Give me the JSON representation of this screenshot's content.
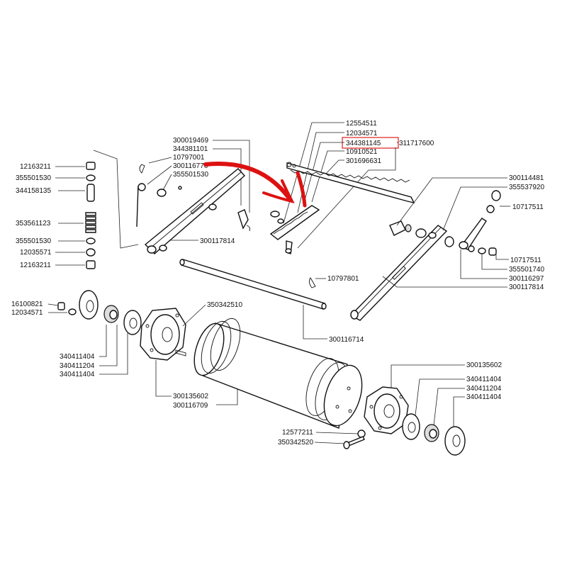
{
  "highlight_color": "#e02020",
  "arrow_color": "#dd1111",
  "labels": {
    "l_12554511": "12554511",
    "l_12034571_top": "12034571",
    "l_344381145": "344381145",
    "l_311717600": "311717600",
    "l_10910521": "10910521",
    "l_301696631": "301696631",
    "l_300019469": "300019469",
    "l_344381101": "344381101",
    "l_10797001": "10797001",
    "l_300116776": "300116776",
    "l_355501530_a": "355501530",
    "l_12163211_a": "12163211",
    "l_355501530_b": "355501530",
    "l_344158135": "344158135",
    "l_353561123": "353561123",
    "l_355501530_c": "355501530",
    "l_12035571": "12035571",
    "l_12163211_b": "12163211",
    "l_300117814_a": "300117814",
    "l_300114481": "300114481",
    "l_355537920": "355537920",
    "l_10717511_a": "10717511",
    "l_10717511_b": "10717511",
    "l_355501740": "355501740",
    "l_300116297": "300116297",
    "l_300117814_b": "300117814",
    "l_10797801": "10797801",
    "l_16100821": "16100821",
    "l_12034571_left": "12034571",
    "l_350342510": "350342510",
    "l_300116714": "300116714",
    "l_340411404_a": "340411404",
    "l_340411204_a": "340411204",
    "l_340411404_b": "340411404",
    "l_300135602_a": "300135602",
    "l_300116709": "300116709",
    "l_300135602_b": "300135602",
    "l_340411404_c": "340411404",
    "l_340411204_b": "340411204",
    "l_340411404_d": "340411404",
    "l_12577211": "12577211",
    "l_350342520": "350342520"
  }
}
